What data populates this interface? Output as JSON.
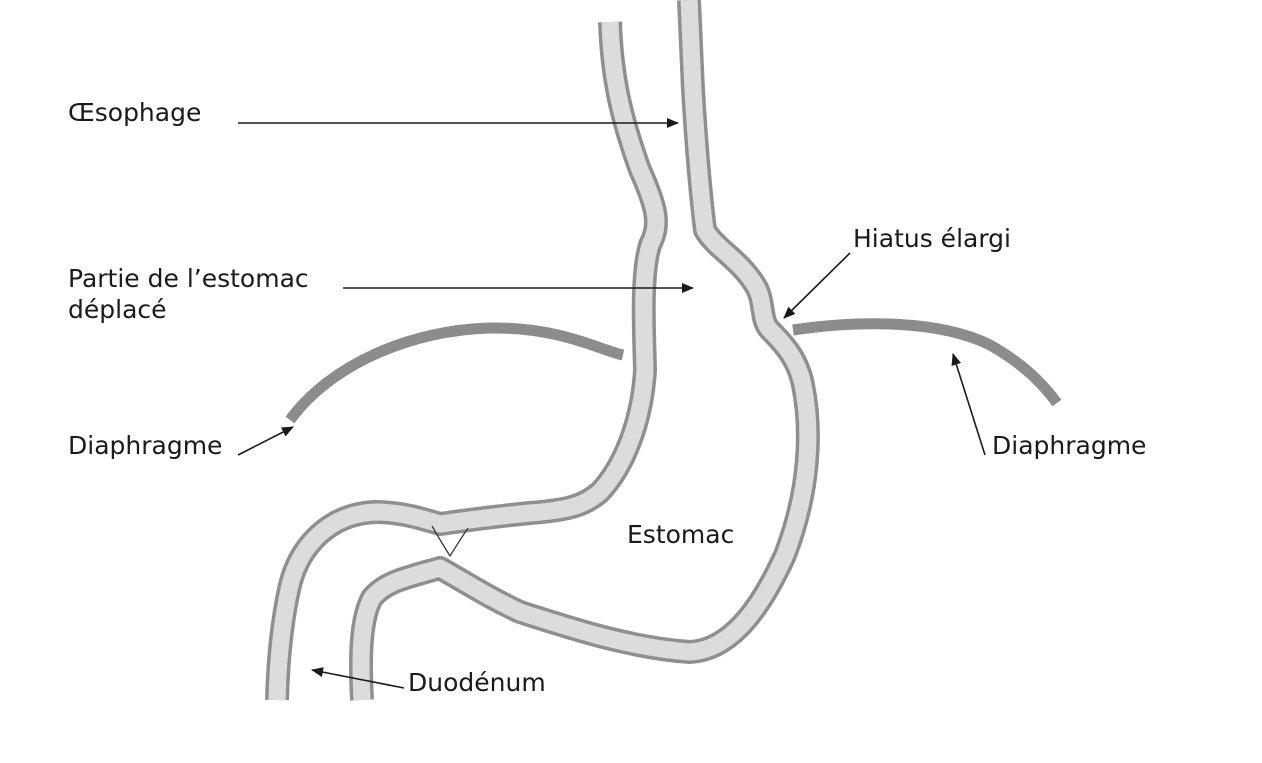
{
  "labels": {
    "oesophagus": "Œsophage",
    "displaced_stomach": "Partie de l’estomac\ndéplacé",
    "hiatus": "Hiatus élargi",
    "diaphragm_left": "Diaphragme",
    "diaphragm_right": "Diaphragme",
    "stomach": "Estomac",
    "duodenum": "Duodénum"
  },
  "colors": {
    "wall": "#8f8f8f",
    "lumen": "#dcdcdc",
    "diaphragm": "#8c8c8c",
    "text": "#1a1a1a"
  }
}
